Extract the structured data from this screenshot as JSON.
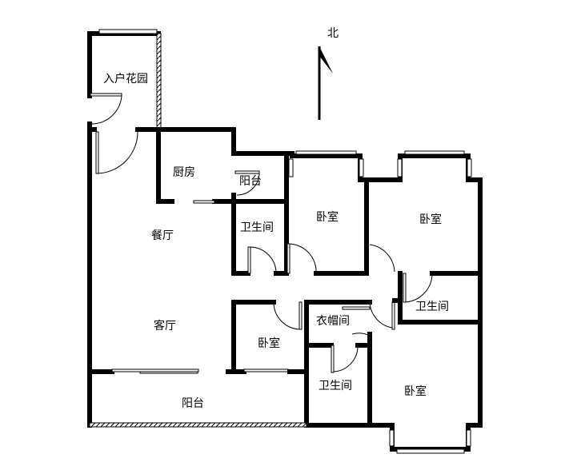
{
  "north_label": "北",
  "rooms": {
    "entry_garden": "入户花园",
    "kitchen": "厨房",
    "kitchen_balcony": "阳台",
    "dining": "餐厅",
    "bath_1": "卫生间",
    "bedroom_1": "卧室",
    "bedroom_2": "卧室",
    "bath_2": "卫生间",
    "closet": "衣帽间",
    "bedroom_3": "卧室",
    "living": "客厅",
    "bath_3": "卫生间",
    "bedroom_4": "卧室",
    "balcony": "阳台"
  },
  "colors": {
    "wall": "#000000",
    "background": "#ffffff"
  }
}
